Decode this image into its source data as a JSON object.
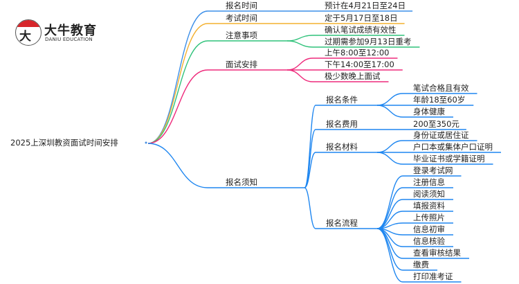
{
  "logo": {
    "glyph": "大牛",
    "title": "大牛教育",
    "subtitle": "DANIU EDUCATION"
  },
  "root": {
    "label": "2025上深圳教资面试时间安排"
  },
  "branches": [
    {
      "label": "报名时间",
      "color": "#3d8fe8",
      "children": [
        {
          "label": "预计在4月21日至24日"
        }
      ]
    },
    {
      "label": "考试时间",
      "color": "#f3b02f",
      "children": [
        {
          "label": "定于5月17日至18日"
        }
      ]
    },
    {
      "label": "注意事项",
      "color": "#2fc27a",
      "children": [
        {
          "label": "确认笔试成绩有效性"
        },
        {
          "label": "过期需参加9月13日重考"
        }
      ]
    },
    {
      "label": "面试安排",
      "color": "#ee2a7b",
      "children": [
        {
          "label": "上午8:00至12:00"
        },
        {
          "label": "下午14:00至17:00"
        },
        {
          "label": "极少数晚上面试"
        }
      ]
    },
    {
      "label": "报名须知",
      "color": "#1e86f0",
      "children": [
        {
          "label": "报名条件",
          "children": [
            {
              "label": "笔试合格且有效"
            },
            {
              "label": "年龄18至60岁"
            },
            {
              "label": "身体健康"
            }
          ]
        },
        {
          "label": "报名费用",
          "children": [
            {
              "label": "200至350元"
            }
          ]
        },
        {
          "label": "报名材料",
          "children": [
            {
              "label": "身份证或居住证"
            },
            {
              "label": "户口本或集体户口证明"
            },
            {
              "label": "毕业证书或学籍证明"
            }
          ]
        },
        {
          "label": "报名流程",
          "children": [
            {
              "label": "登录考试网"
            },
            {
              "label": "注册信息"
            },
            {
              "label": "阅读须知"
            },
            {
              "label": "填报资料"
            },
            {
              "label": "上传照片"
            },
            {
              "label": "信息初审"
            },
            {
              "label": "信息核验"
            },
            {
              "label": "查看审核结果"
            },
            {
              "label": "缴费"
            },
            {
              "label": "打印准考证"
            }
          ]
        }
      ]
    }
  ]
}
